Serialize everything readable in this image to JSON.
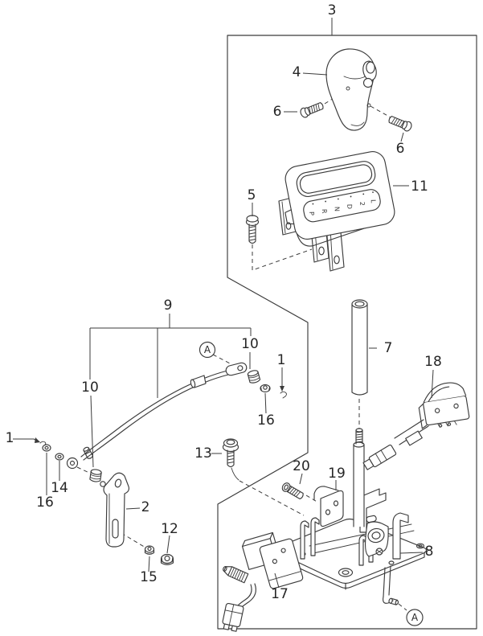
{
  "diagram": {
    "background_color": "#ffffff",
    "line_color": "#3b3b3b",
    "part_labels": {
      "p1a": "1",
      "p1b": "1",
      "p2": "2",
      "p3": "3",
      "p4": "4",
      "p5": "5",
      "p6a": "6",
      "p6b": "6",
      "p7": "7",
      "p8": "8",
      "p9": "9",
      "p10a": "10",
      "p10b": "10",
      "p11": "11",
      "p12": "12",
      "p13": "13",
      "p14": "14",
      "p15": "15",
      "p16a": "16",
      "p16b": "16",
      "p17": "17",
      "p18": "18",
      "p19": "19",
      "p20": "20"
    },
    "view_markers": {
      "a_top": "A",
      "a_bottom": "A"
    },
    "indicator": {
      "letters": [
        "P",
        "R",
        "N",
        "D",
        "2",
        "L"
      ]
    }
  }
}
